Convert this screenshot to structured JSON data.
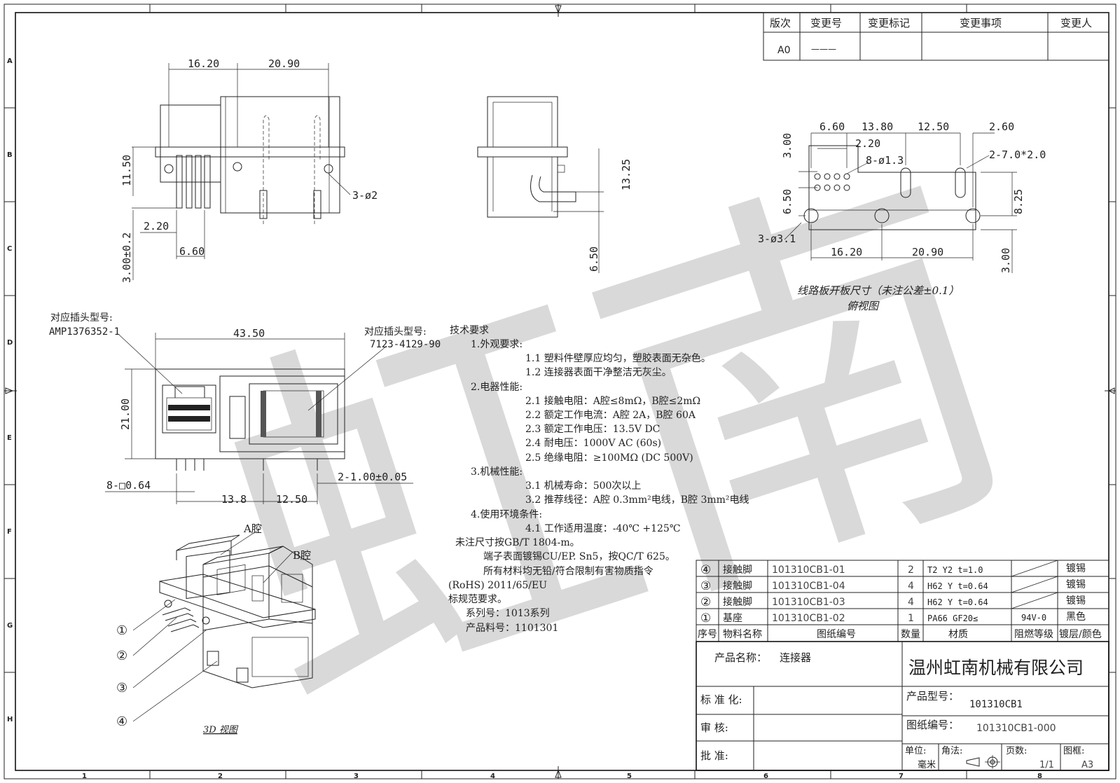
{
  "frame": {
    "col_numbers": [
      "1",
      "2",
      "3",
      "4",
      "5",
      "6",
      "7",
      "8"
    ],
    "row_letters": [
      "A",
      "B",
      "C",
      "D",
      "E",
      "F",
      "G",
      "H"
    ]
  },
  "watermark": "虹南",
  "revision_table": {
    "headers": [
      "版次",
      "变更号",
      "变更标记",
      "变更事项",
      "变更人"
    ],
    "row": [
      "A0",
      "———",
      "",
      "",
      ""
    ]
  },
  "front_view": {
    "dims": {
      "w1": "16.20",
      "w2": "20.90",
      "h1": "11.50",
      "h2": "3.00±0.2",
      "p1": "2.20",
      "p2": "6.60",
      "holes": "3-ø2"
    }
  },
  "side_view": {
    "dims": {
      "h1": "13.25",
      "h2": "6.50"
    }
  },
  "pcb_view": {
    "dims": {
      "a": "6.60",
      "b": "13.80",
      "c": "12.50",
      "d": "2.60",
      "e": "2.20",
      "f": "8-ø1.3",
      "g": "2-7.0*2.0",
      "h": "3.00",
      "i": "6.50",
      "j": "8.25",
      "k": "3-ø3.1",
      "l": "16.20",
      "m": "20.90",
      "n": "3.00"
    },
    "caption": "线路板开板尺寸（未注公差±0.1）",
    "subcaption": "俯视图"
  },
  "top_view": {
    "label_a_title": "对应插头型号:",
    "label_a_value": "AMP1376352-1",
    "label_b_title": "对应插头型号:",
    "label_b_value": "7123-4129-90",
    "dims": {
      "w": "43.50",
      "h": "21.00",
      "pin": "8-□0.64",
      "pin2": "2-1.00±0.05",
      "p1": "13.8",
      "p2": "12.50"
    }
  },
  "iso_view": {
    "label_a": "A腔",
    "label_b": "B腔",
    "callouts": [
      "①",
      "②",
      "③",
      "④"
    ],
    "caption": "3D 视图"
  },
  "tech_req": [
    "技术要求",
    "1.外观要求:",
    "1.1 塑料件壁厚应均匀，塑胶表面无杂色。",
    "1.2 连接器表面干净整洁无灰尘。",
    "2.电器性能:",
    "2.1 接触电阻：A腔≤8mΩ，B腔≤2mΩ",
    "2.2 额定工作电流：A腔 2A，B腔 60A",
    "2.3 额定工作电压：13.5V DC",
    "2.4 耐电压：1000V AC  (60s)",
    "2.5 绝缘电阻：≥100MΩ (DC 500V)",
    "3.机械性能:",
    "3.1 机械寿命：500次以上",
    "3.2 推荐线径：A腔 0.3mm²电线，B腔 3mm²电线",
    "4.使用环境条件:",
    "4.1 工作适用温度：-40℃  +125℃",
    "未注尺寸按GB/T 1804-m。",
    "端子表面镀锡CU/EP. Sn5，按QC/T 625。",
    "所有材料均无铅/符合限制有害物质指令",
    "(RoHS) 2011/65/EU",
    "标规范要求。",
    "系列号：1013系列",
    "产品料号：1101301"
  ],
  "bom": {
    "rows": [
      [
        "④",
        "接触脚",
        "101310CB1-01",
        "2",
        "T2 Y2 t=1.0",
        "",
        "镀锡"
      ],
      [
        "③",
        "接触脚",
        "101310CB1-04",
        "4",
        "H62 Y t=0.64",
        "",
        "镀锡"
      ],
      [
        "②",
        "接触脚",
        "101310CB1-03",
        "4",
        "H62 Y t=0.64",
        "",
        "镀锡"
      ],
      [
        "①",
        "基座",
        "101310CB1-02",
        "1",
        "PA66 GF20≤",
        "94V-0",
        "黑色"
      ]
    ],
    "headers": [
      "序号",
      "物料名称",
      "图纸编号",
      "数量",
      "材质",
      "阻燃等级",
      "镀层/颜色"
    ]
  },
  "title_block": {
    "product_name_label": "产品名称：",
    "product_name": "连接器",
    "company": "温州虹南机械有限公司",
    "std_label": "标 准 化:",
    "review_label": "审      核:",
    "approve_label": "批      准:",
    "model_label": "产品型号：",
    "model": "101310CB1",
    "drawing_no_label": "图纸编号：",
    "drawing_no": "101310CB1-000",
    "unit_label": "单位:",
    "unit": "毫米",
    "angle_label": "角法:",
    "pages_label": "页数:",
    "pages": "1/1",
    "size_label": "图框:",
    "size": "A3"
  }
}
